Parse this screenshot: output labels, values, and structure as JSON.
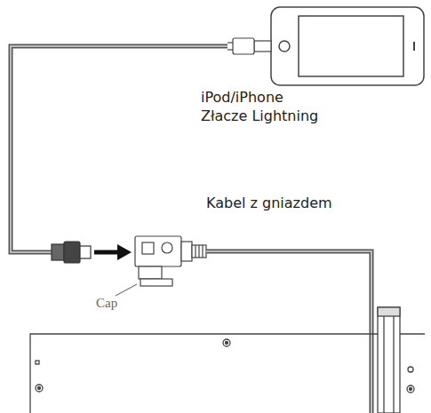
{
  "diagram": {
    "labels": [
      "iPod/iPhone",
      "Złacze Lightning",
      "Kabel z gniazdem",
      "Cap"
    ]
  }
}
